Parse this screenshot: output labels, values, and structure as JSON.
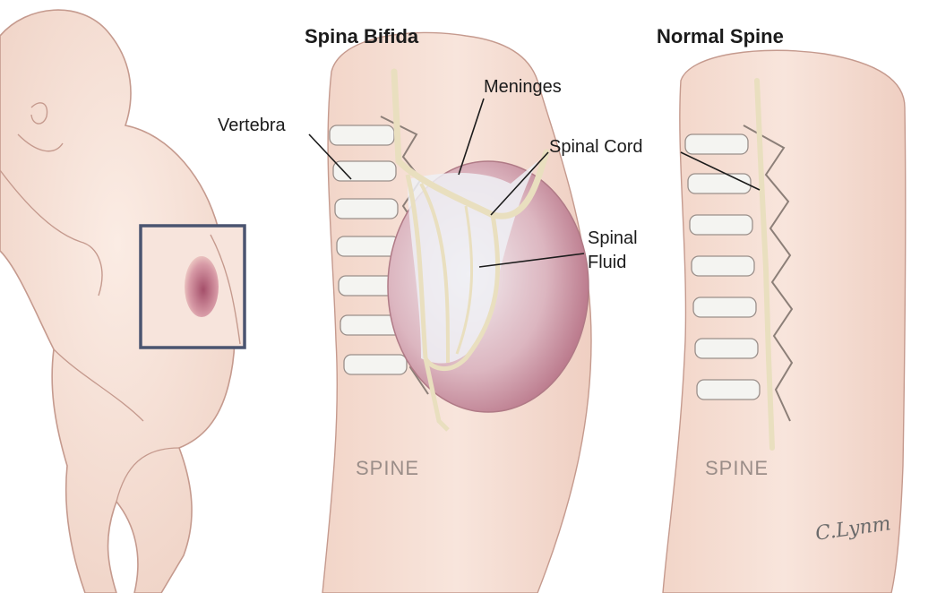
{
  "titles": {
    "spina_bifida": "Spina Bifida",
    "normal_spine": "Normal Spine"
  },
  "labels": {
    "vertebra": "Vertebra",
    "meninges": "Meninges",
    "spinal_cord": "Spinal Cord",
    "spinal_fluid_line1": "Spinal",
    "spinal_fluid_line2": "Fluid"
  },
  "spine_labels": {
    "left": "SPINE",
    "right": "SPINE"
  },
  "signature": "C.Lynm",
  "colors": {
    "skin": "#f6e0d6",
    "skin_shadow": "#e7c3b6",
    "outline": "#b98c80",
    "sac": "#c98b98",
    "sac_inner": "#eef0f4",
    "cord": "#efe7c6",
    "bone": "#f3f3f0",
    "box_border": "#4a5470"
  }
}
